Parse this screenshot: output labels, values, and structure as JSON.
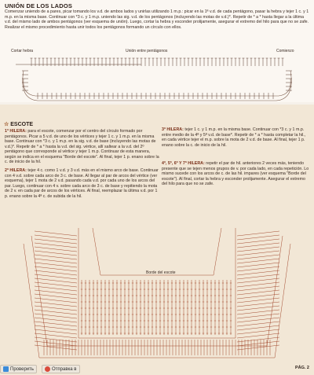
{
  "top": {
    "heading": "UNIÓN DE LOS LADOS",
    "text": "Comenzar uniendo de a pares, picar tomando los v.d. de ambos lados y unirlas utilizando 1 m.p.: picar en la 1ª v.d. de cada pentágono, pasar la hebra y tejer 1 c. y 1 m.p. en la misma base. Continuar con *3 c. y 1 m.p. uniendo las sig. v.d. de los pentágonos (incluyendo las motas de v.d.)*. Repetir de * a * hasta llegar a la última v.d. del mismo lado de ambos pentágonos (ver esquema de unión). Luego, cortar la hebra y esconder prolijamente, asegurar el extremo del hilo para que no se zafe. Realizar el mismo procedimiento hasta unir todos los pentágonos formando un círculo con ellos.",
    "labels": {
      "cut": "Cortar hebra",
      "union": "Unión entre pentágonos",
      "start": "Comienzo"
    }
  },
  "escote": {
    "heading": "ESCOTE",
    "r1_title": "1ª HILERA:",
    "r1": "para el escote, comenzar por el centro del círculo formado por pentágonos. Picar a 5 v.d. de uno de los vértices y tejer 1 c. y 1 m.p. en la misma base. Continuar con *3 c. y 1 m.p. en la sig. v.d. de base (incluyendo las motas de v.d.)*. Repetir de * a * hasta la v.d. del sig. vértice, allí saltear a la v.d. del 2º pentágono que corresponde al vértice y tejer 1 m.p. Continuar de esta manera, según se indica en el esquema \"Borde del escote\". Al final, tejer 1 p. enano sobre la c. de inicio de la hil.",
    "r2_title": "2ª HILERA:",
    "r2": "tejer 4 c. como 1 v.d. y 3 v.d. más en el mismo arco de base. Continuar con 4 v.d. sobre cada arco de 3 c. de base. Al llegar al par de arcos del vértice (ver esquema), tejer 1 mota de 2 v.d. pasando cada v.d. por cada uno de los arcos del par. Luego, continuar con 4 v. sobre cada arco de 3 c. de base y repitiendo la mota de 2 v. en cada par de arcos de los vértices. Al final, reemplazar la última v.d. por 1 p. enano sobre la 4ª c. de subida de la hil.",
    "r3_title": "3ª HILERA:",
    "r3": "tejer 1 c. y 1 m.p. en la misma base. Continuar con *3 c. y 1 m.p. entre medio de la 4ª y 5ª v.d. de base*. Repetir de * a * hasta completar la hil., en cada vértice tejer el m.p. sobre la mota de 2 v.d. de base. Al final, tejer 1 p. enano sobre la c. de inicio de la hil.",
    "r4_title": "4ª, 5ª, 6ª Y 7ª HILERA:",
    "r4": "repetir el par de hil. anteriores 2 veces más, teniendo presente que se tejen menos grupos de v. por cada lado, en cada repetición. Lo mismo sucede con los arcos de c. de las hil. impares (ver esquema \"Borde del escote\"). Al final, cortar la hebra y esconder prolijamente. Asegurar el extremo del hilo para que no se zafe.",
    "diagram_label": "Borde del escote"
  },
  "toolbar": {
    "check_label": "Проверить",
    "send_label": "Отправка в"
  },
  "page_label": "PÁG. 2",
  "colors": {
    "accent": "#9b3a1e",
    "ink": "#3a2a22",
    "band": "#f2e7d6"
  }
}
